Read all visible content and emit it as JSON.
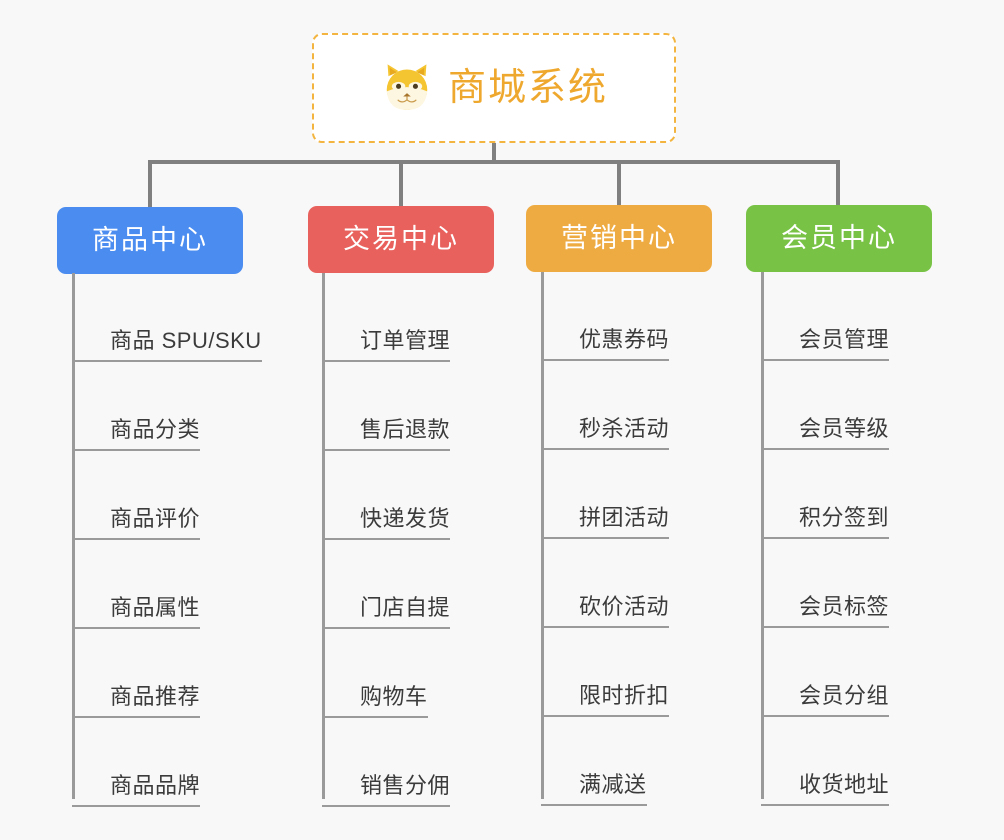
{
  "diagram": {
    "type": "mindmap",
    "background_color": "#f8f8f8",
    "root": {
      "title": "商城系统",
      "icon": "shiba-dog-emoji",
      "text_color": "#efa82e",
      "border_color": "#f3b53f",
      "background_color": "#ffffff"
    },
    "connector_color": "#808080",
    "leaf_line_color": "#9a9a9a",
    "branches": [
      {
        "label": "商品中心",
        "color": "#4a8cf0",
        "items": [
          "商品 SPU/SKU",
          "商品分类",
          "商品评价",
          "商品属性",
          "商品推荐",
          "商品品牌"
        ]
      },
      {
        "label": "交易中心",
        "color": "#e8615c",
        "items": [
          "订单管理",
          "售后退款",
          "快递发货",
          "门店自提",
          "购物车",
          "销售分佣"
        ]
      },
      {
        "label": "营销中心",
        "color": "#eeab42",
        "items": [
          "优惠券码",
          "秒杀活动",
          "拼团活动",
          "砍价活动",
          "限时折扣",
          "满减送"
        ]
      },
      {
        "label": "会员中心",
        "color": "#78c245",
        "items": [
          "会员管理",
          "会员等级",
          "积分签到",
          "会员标签",
          "会员分组",
          "收货地址"
        ]
      }
    ]
  }
}
